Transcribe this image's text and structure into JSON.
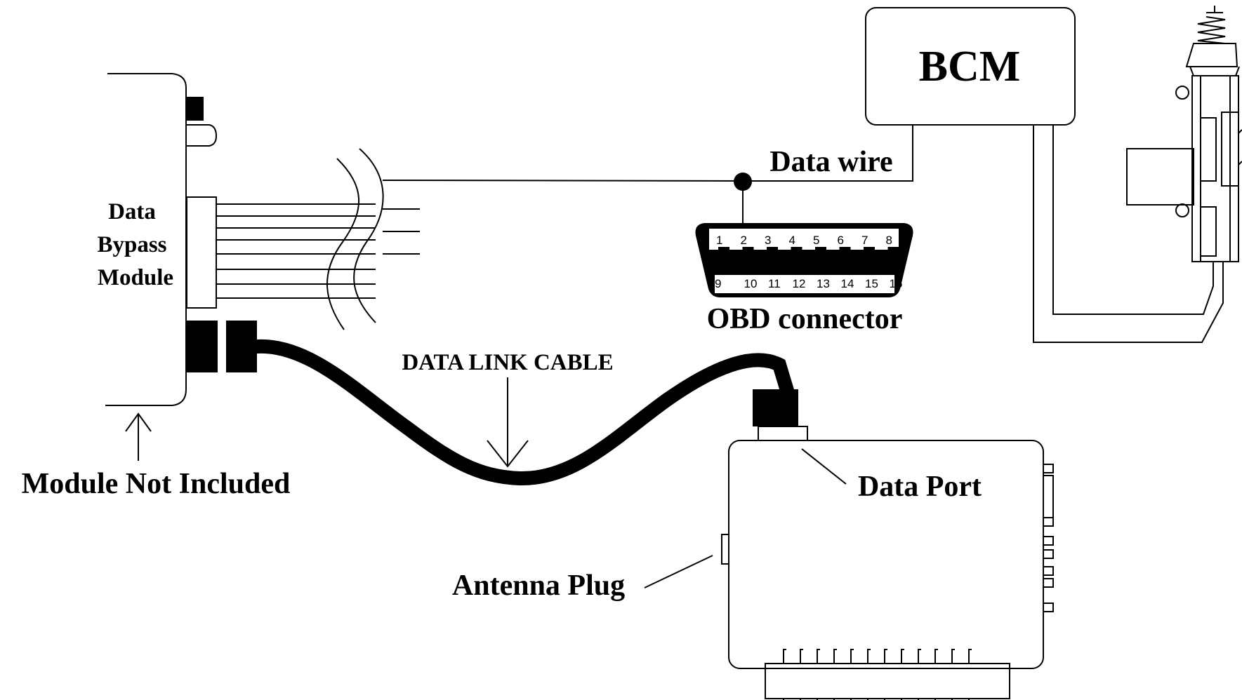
{
  "labels": {
    "bcm": "BCM",
    "data_wire": "Data wire",
    "obd_connector": "OBD connector",
    "module_line1": "Data",
    "module_line2": "Bypass",
    "module_line3": "Module",
    "module_not_included": "Module Not Included",
    "data_link_cable": "DATA LINK CABLE",
    "data_port": "Data Port",
    "antenna_plug": "Antenna Plug"
  },
  "obd_pins": {
    "top": [
      "1",
      "2",
      "3",
      "4",
      "5",
      "6",
      "7",
      "8"
    ],
    "bottom": [
      "9",
      "10",
      "11",
      "12",
      "13",
      "14",
      "15",
      "16"
    ]
  }
}
